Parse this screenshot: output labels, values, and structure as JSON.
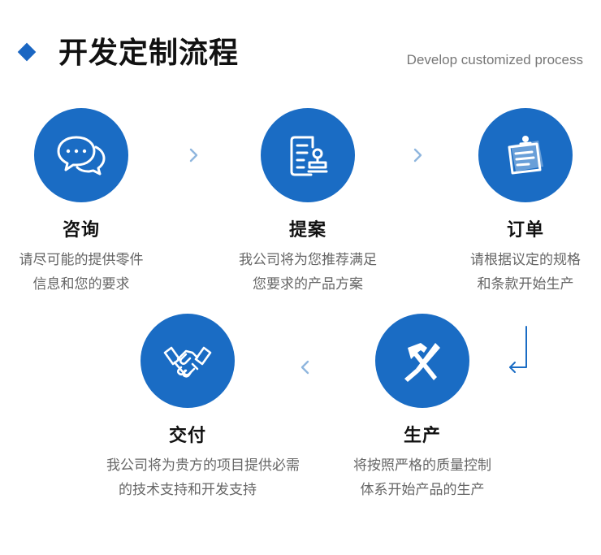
{
  "header": {
    "title": "开发定制流程",
    "subtitle": "Develop customized process"
  },
  "colors": {
    "accent": "#1a6cc4",
    "arrow": "#8fb6de"
  },
  "steps": [
    {
      "title": "咨询",
      "icon": "chat-bubbles-icon",
      "desc": [
        "请尽可能的提供零件",
        "信息和您的要求"
      ]
    },
    {
      "title": "提案",
      "icon": "proposal-document-icon",
      "desc": [
        "我公司将为您推荐满足",
        "您要求的产品方案"
      ]
    },
    {
      "title": "订单",
      "icon": "order-clipboard-icon",
      "desc": [
        "请根据议定的规格",
        "和条款开始生产"
      ]
    },
    {
      "title": "交付",
      "icon": "handshake-icon",
      "desc": [
        "我公司将为贵方的项目提供必需",
        "的技术支持和开发支持"
      ]
    },
    {
      "title": "生产",
      "icon": "hammer-screwdriver-icon",
      "desc": [
        "将按照严格的质量控制",
        "体系开始产品的生产"
      ]
    }
  ]
}
